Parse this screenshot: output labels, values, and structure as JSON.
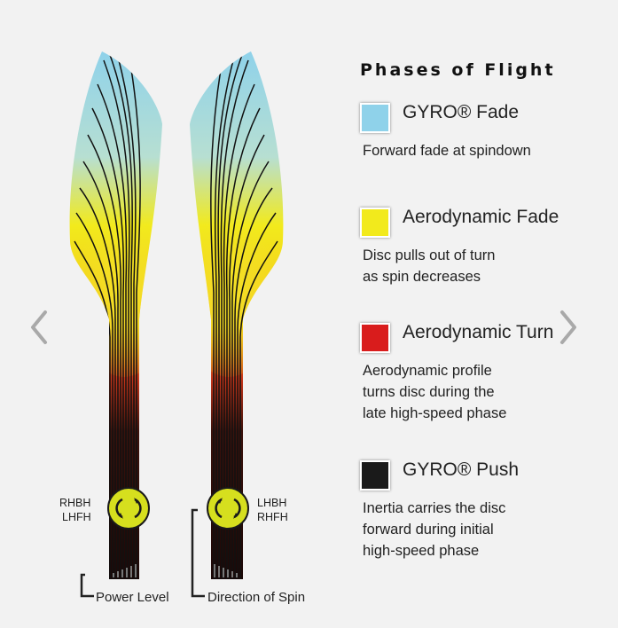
{
  "legend": {
    "title": "Phases of Flight",
    "items": [
      {
        "label": "GYRO® Fade",
        "color": "#8fd2ea",
        "desc": [
          "Forward fade at spindown"
        ]
      },
      {
        "label": "Aerodynamic Fade",
        "color": "#f2ea1c",
        "desc": [
          "Disc pulls out of turn",
          "as spin decreases"
        ]
      },
      {
        "label": "Aerodynamic Turn",
        "color": "#d91c1c",
        "desc": [
          "Aerodynamic profile",
          "turns disc during the",
          "late high-speed phase"
        ]
      },
      {
        "label": "GYRO® Push",
        "color": "#1a1a1a",
        "desc": [
          "Inertia carries the disc",
          "forward during initial",
          "high-speed phase"
        ]
      }
    ]
  },
  "diagram": {
    "left_throw": [
      "RHBH",
      "LHFH"
    ],
    "right_throw": [
      "LHBH",
      "RHFH"
    ],
    "power_level_label": "Power Level",
    "spin_direction_label": "Direction of Spin"
  },
  "icons": {
    "prev": "chevron-left-icon",
    "next": "chevron-right-icon",
    "spin": "rotation-arrows-icon",
    "power": "power-bars-icon"
  }
}
